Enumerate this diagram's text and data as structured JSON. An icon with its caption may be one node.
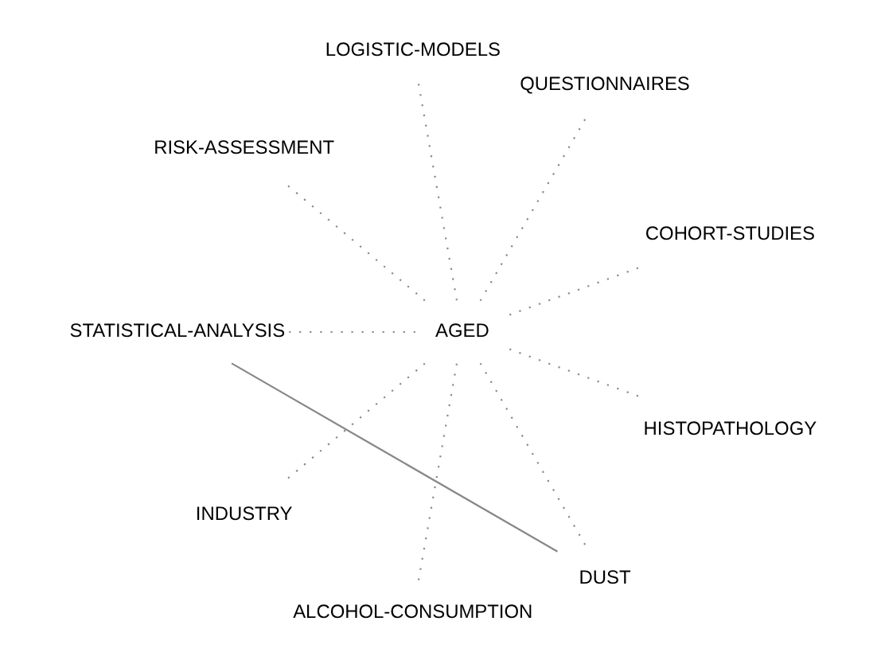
{
  "diagram": {
    "nodes": [
      {
        "text": [
          "COHORT-STUDIES"
        ]
      },
      {
        "text": [
          "QUESTIONNAIRES"
        ]
      },
      {
        "text": [
          "LOGISTIC-MODELS"
        ]
      },
      {
        "text": [
          "RISK-ASSESSMENT"
        ]
      },
      {
        "text": [
          "AGED"
        ]
      },
      {
        "text": [
          "STATISTICAL-ANALYSIS"
        ]
      },
      {
        "text": [
          "INDUSTRY"
        ]
      },
      {
        "text": [
          "ALCOHOL-CONSUMPTION"
        ]
      },
      {
        "text": [
          "DUST"
        ]
      },
      {
        "text": [
          "HISTOPATHOLOGY"
        ]
      }
    ],
    "edges": [
      {
        "from": 4,
        "to": 0,
        "arrow": "none",
        "style": "dashed"
      },
      {
        "from": 4,
        "to": 1,
        "arrow": "none",
        "style": "dashed"
      },
      {
        "from": 4,
        "to": 2,
        "arrow": "none",
        "style": "dashed"
      },
      {
        "from": 4,
        "to": 3,
        "arrow": "none",
        "style": "dashed"
      },
      {
        "from": 4,
        "to": 5,
        "arrow": "none",
        "style": "dashed"
      },
      {
        "from": 4,
        "to": 6,
        "arrow": "none",
        "style": "dashed"
      },
      {
        "from": 4,
        "to": 7,
        "arrow": "none",
        "style": "dashed"
      },
      {
        "from": 4,
        "to": 8,
        "arrow": "none",
        "style": "dashed"
      },
      {
        "from": 4,
        "to": 9,
        "arrow": "none",
        "style": "dashed"
      },
      {
        "from": 8,
        "to": 5,
        "arrow": "none"
      }
    ]
  }
}
